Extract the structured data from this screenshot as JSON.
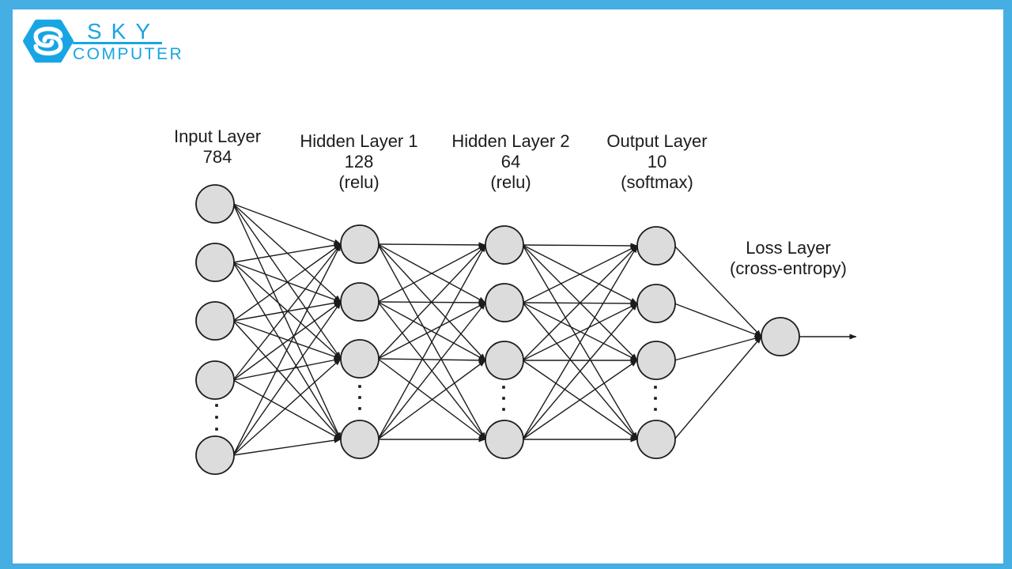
{
  "brand": {
    "title": "SKY",
    "subtitle": "COMPUTER",
    "color": "#18A5E4"
  },
  "frame": {
    "border_color": "#45AEE2",
    "background": "#FFFFFF"
  },
  "network": {
    "node_fill": "#DCDCDC",
    "node_stroke": "#1C1C1C",
    "edge_color": "#1C1C1C",
    "layers": [
      {
        "name": "input",
        "title": "Input Layer",
        "units": "784",
        "activation": null,
        "visible_nodes": 5,
        "ellipsis": true
      },
      {
        "name": "hidden1",
        "title": "Hidden Layer 1",
        "units": "128",
        "activation": "(relu)",
        "visible_nodes": 4,
        "ellipsis": true
      },
      {
        "name": "hidden2",
        "title": "Hidden Layer 2",
        "units": "64",
        "activation": "(relu)",
        "visible_nodes": 4,
        "ellipsis": true
      },
      {
        "name": "output",
        "title": "Output Layer",
        "units": "10",
        "activation": "(softmax)",
        "visible_nodes": 4,
        "ellipsis": true
      },
      {
        "name": "loss",
        "title": "Loss Layer",
        "units": null,
        "activation": "(cross-entropy)",
        "visible_nodes": 1,
        "ellipsis": false
      }
    ]
  }
}
